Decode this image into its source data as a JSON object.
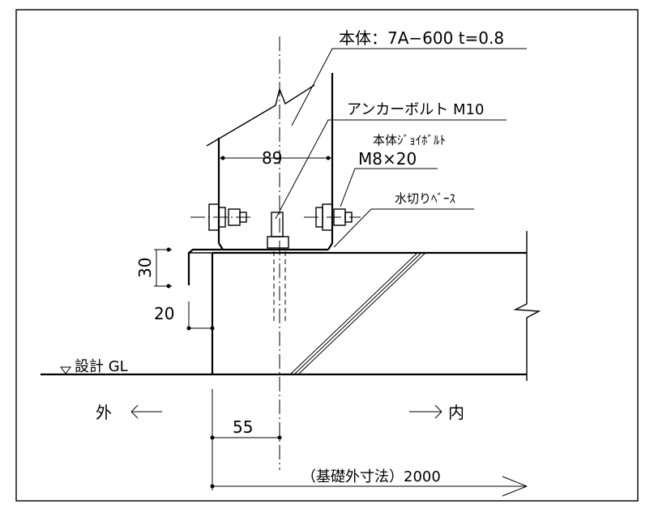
{
  "labels": {
    "body_material": "本体：7A−600 t=0.8",
    "anchor_bolt": "アンカーボルト M10",
    "body_joint_bolt": "本体ｼﾞｮｲﾎﾞﾙﾄ",
    "joint_bolt_size": "M8×20",
    "drip_base": "水切りﾍﾞｰｽ",
    "design_gl": "設計 GL",
    "outside": "外",
    "inside": "内",
    "foundation_outer": "（基礎外寸法）2000"
  },
  "dimensions": {
    "body_width": "89",
    "flange_height": "30",
    "base_height": "20",
    "anchor_offset": "55"
  }
}
